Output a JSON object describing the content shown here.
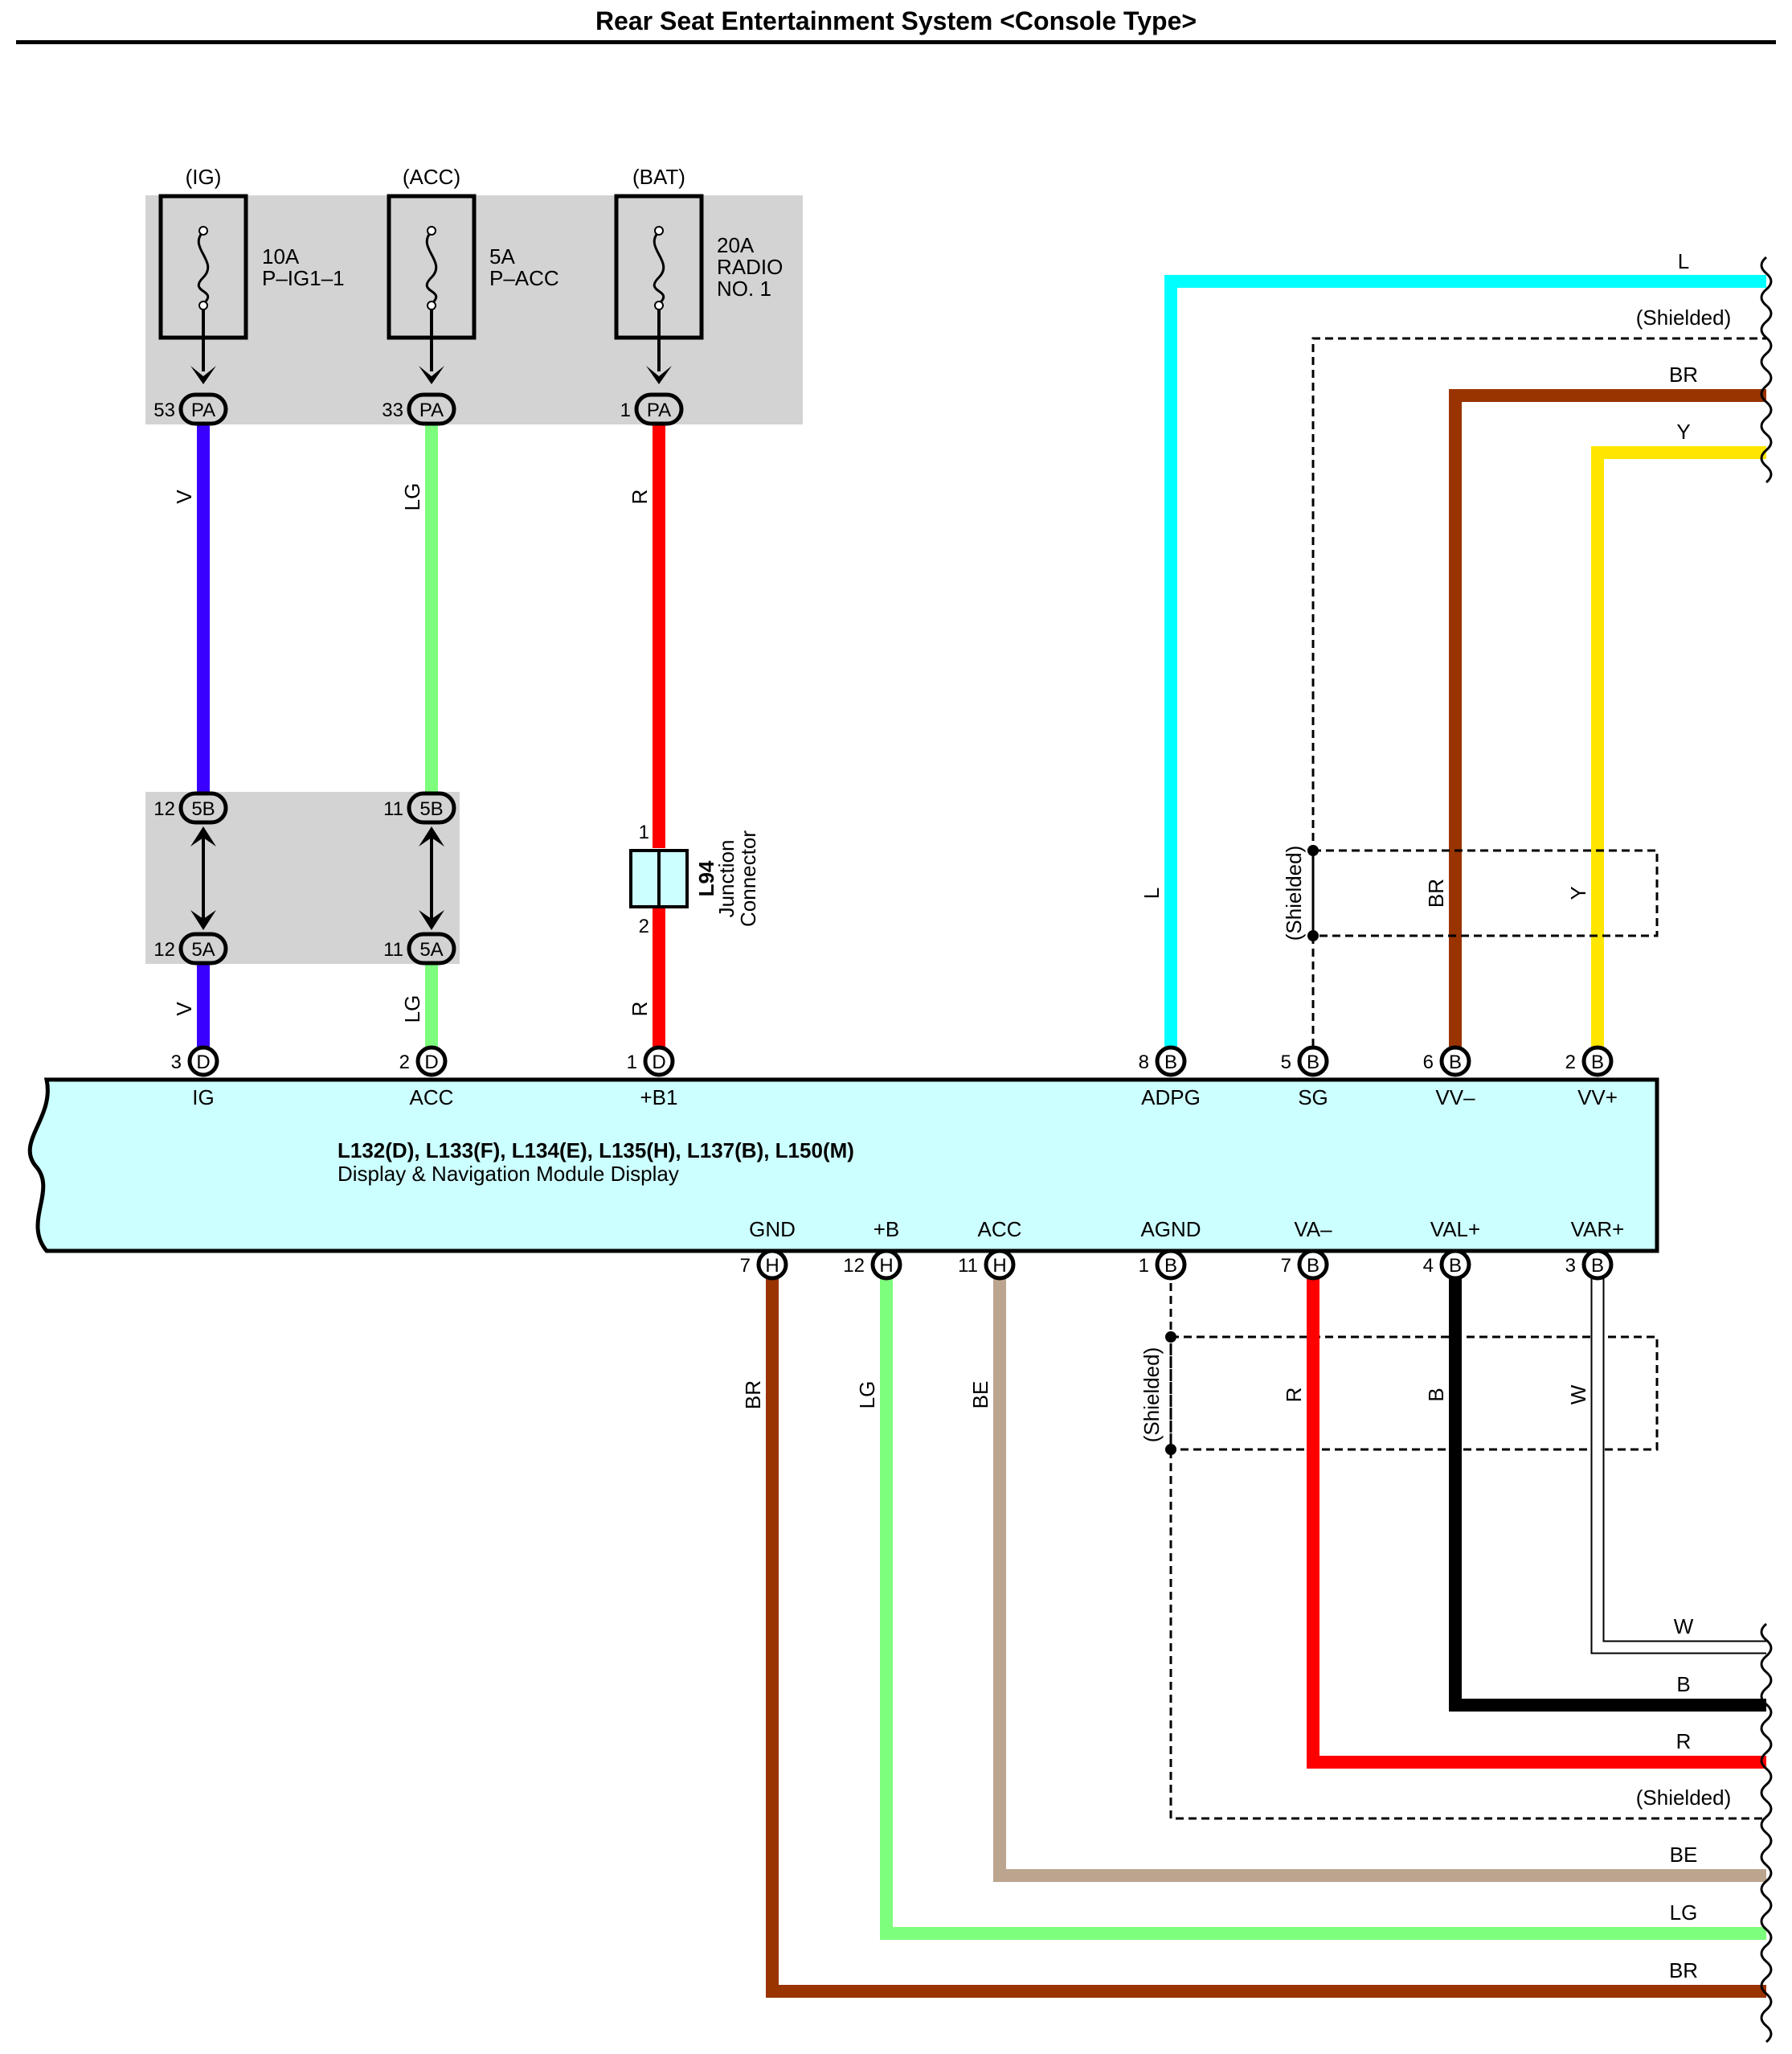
{
  "title": "Rear Seat Entertainment System <Console Type>",
  "colors": {
    "V": "#3a00ff",
    "LG": "#7dff7d",
    "R": "#ff0000",
    "L": "#00ffff",
    "BR": "#993300",
    "Y": "#ffe600",
    "BE": "#bca58e",
    "B": "#000000",
    "W": "#ffffff",
    "module_fill": "#ccffff",
    "fuse_box_fill": "#d3d3d3"
  },
  "fuses": [
    {
      "supply": "(IG)",
      "rating": "10A",
      "name": "P–IG1–1",
      "name2": "",
      "pin": "53",
      "connector": "PA"
    },
    {
      "supply": "(ACC)",
      "rating": "5A",
      "name": "P–ACC",
      "name2": "",
      "pin": "33",
      "connector": "PA"
    },
    {
      "supply": "(BAT)",
      "rating": "20A",
      "name": "RADIO",
      "name2": "NO. 1",
      "pin": "1",
      "connector": "PA"
    }
  ],
  "junction_block": [
    {
      "pin_top": "12",
      "conn_top": "5B",
      "pin_bottom": "12",
      "conn_bottom": "5A"
    },
    {
      "pin_top": "11",
      "conn_top": "5B",
      "pin_bottom": "11",
      "conn_bottom": "5A"
    }
  ],
  "junction_connector": {
    "id": "L94",
    "line1": "Junction",
    "line2": "Connector",
    "pin_top": "1",
    "pin_bottom": "2"
  },
  "upper_wires": [
    {
      "label": "V",
      "label2": "V"
    },
    {
      "label": "LG",
      "label2": "LG"
    },
    {
      "label": "R",
      "label2": "R"
    }
  ],
  "module": {
    "connectors": "L132(D), L133(F), L134(E), L135(H), L137(B), L150(M)",
    "name": "Display & Navigation Module Display",
    "top_terminals": [
      {
        "pin": "3",
        "conn": "D",
        "label": "IG"
      },
      {
        "pin": "2",
        "conn": "D",
        "label": "ACC"
      },
      {
        "pin": "1",
        "conn": "D",
        "label": "+B1"
      },
      {
        "pin": "8",
        "conn": "B",
        "label": "ADPG"
      },
      {
        "pin": "5",
        "conn": "B",
        "label": "SG"
      },
      {
        "pin": "6",
        "conn": "B",
        "label": "VV–"
      },
      {
        "pin": "2",
        "conn": "B",
        "label": "VV+"
      }
    ],
    "bottom_terminals": [
      {
        "pin": "7",
        "conn": "H",
        "label": "GND"
      },
      {
        "pin": "12",
        "conn": "H",
        "label": "+B"
      },
      {
        "pin": "11",
        "conn": "H",
        "label": "ACC"
      },
      {
        "pin": "1",
        "conn": "B",
        "label": "AGND"
      },
      {
        "pin": "7",
        "conn": "B",
        "label": "VA–"
      },
      {
        "pin": "4",
        "conn": "B",
        "label": "VAL+"
      },
      {
        "pin": "3",
        "conn": "B",
        "label": "VAR+"
      }
    ]
  },
  "upper_right_wires": {
    "vertical": [
      "L",
      "(Shielded)",
      "BR",
      "Y"
    ],
    "horizontal": [
      "L",
      "(Shielded)",
      "BR",
      "Y"
    ]
  },
  "lower_wires": {
    "vertical": [
      "BR",
      "LG",
      "BE",
      "(Shielded)",
      "R",
      "B",
      "W"
    ],
    "horizontal": [
      "W",
      "B",
      "R",
      "(Shielded)",
      "BE",
      "LG",
      "BR"
    ]
  }
}
